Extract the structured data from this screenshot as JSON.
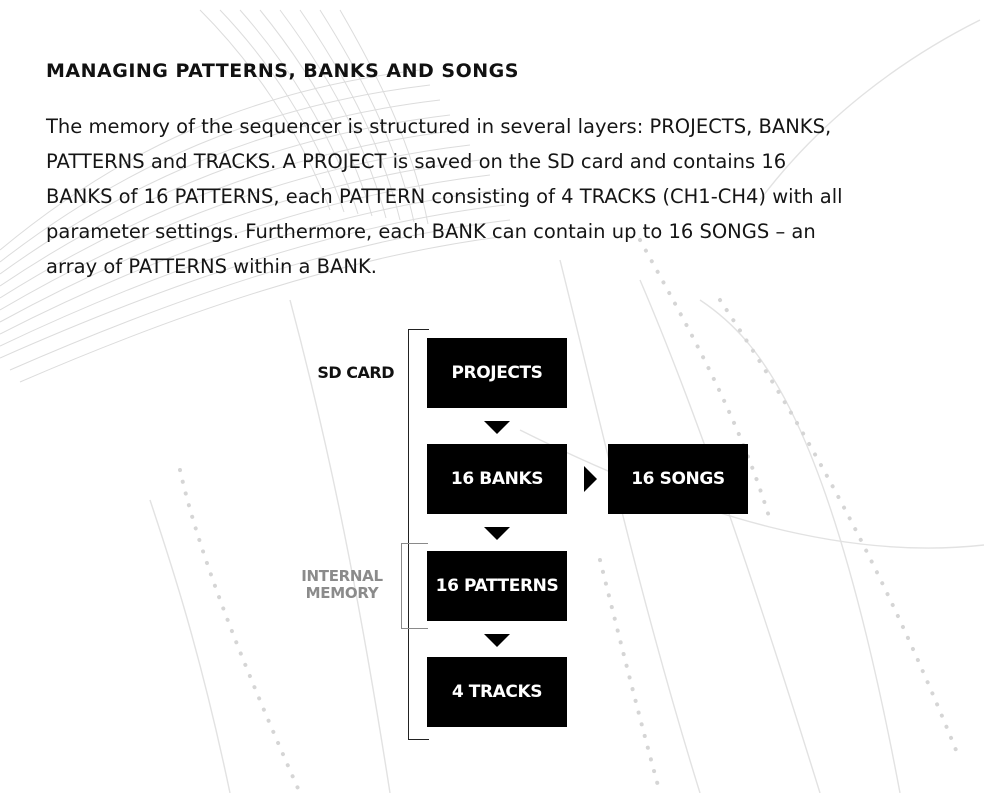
{
  "section": {
    "title": "MANAGING PATTERNS, BANKS AND SONGS",
    "intro_lines": [
      "The memory of the sequencer is structured in several layers: PROJECTS, BANKS,",
      "PATTERNS and TRACKS. A PROJECT is saved on the SD card and contains 16",
      "BANKS of 16 PATTERNS, each PATTERN consisting of 4 TRACKS (CH1-CH4) with all",
      "parameter settings. Furthermore, each BANK can contain up to 16 SONGS – an",
      "array of PATTERNS within a BANK."
    ]
  },
  "diagram": {
    "nodes": {
      "projects": "PROJECTS",
      "banks": "16 BANKS",
      "songs": "16 SONGS",
      "patterns": "16 PATTERNS",
      "tracks": "4 TRACKS"
    },
    "labels": {
      "sd_card": "SD CARD",
      "internal_memory_line1": "INTERNAL",
      "internal_memory_line2": "MEMORY"
    }
  },
  "colors": {
    "node_background": "#000000",
    "node_text": "#ffffff",
    "secondary_label": "#8b8b8b",
    "background_art": "#d9d9d9"
  }
}
